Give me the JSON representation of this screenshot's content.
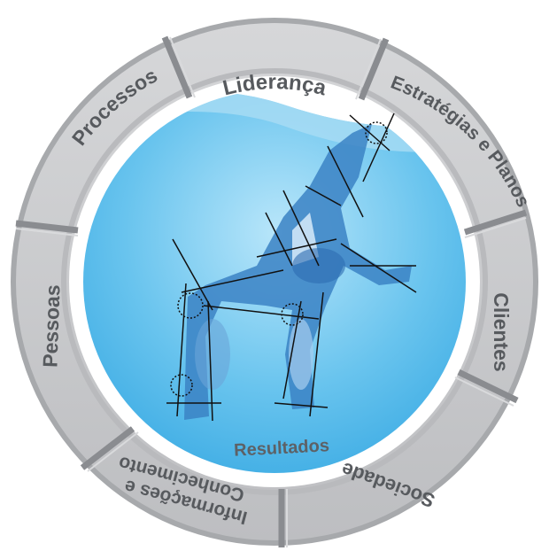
{
  "segments": [
    {
      "label": "Liderança"
    },
    {
      "label": "Estratégias e Planos"
    },
    {
      "label": "Clientes"
    },
    {
      "label": "Sociedade"
    },
    {
      "label": "Informações e"
    },
    {
      "label": "Conhecimento"
    },
    {
      "label": "Pessoas"
    },
    {
      "label": "Processos"
    }
  ],
  "center": {
    "label": "Resultados"
  },
  "colors": {
    "ring_fill": "#c9cacc",
    "ring_edge": "#9a9c9f",
    "divider": "#8d8f92",
    "water_top": "#8fd0f0",
    "water_bottom": "#4ab4e8",
    "figure": "#3b7fc0",
    "label": "#575a5e"
  }
}
